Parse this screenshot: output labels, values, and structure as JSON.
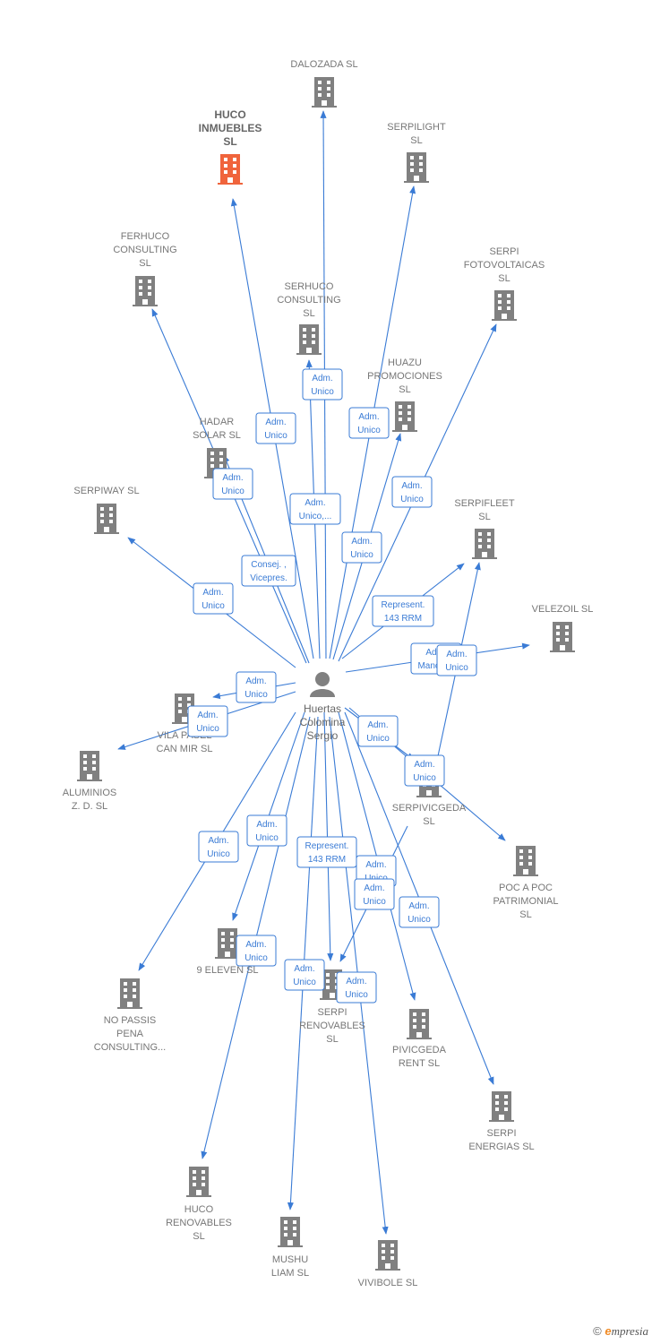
{
  "center": {
    "lines": [
      "Huertas",
      "Colomina",
      "Sergio"
    ]
  },
  "colors": {
    "edge": "#3a7bd5",
    "building": "#808080",
    "highlight": "#f0643c"
  },
  "nodes": [
    {
      "id": "dalozada",
      "lines": [
        "DALOZADA  SL"
      ]
    },
    {
      "id": "huco-inmuebles",
      "lines": [
        "HUCO",
        "INMUEBLES",
        "SL"
      ],
      "highlight": true
    },
    {
      "id": "serpilight",
      "lines": [
        "SERPILIGHT",
        "SL"
      ]
    },
    {
      "id": "ferhuco",
      "lines": [
        "FERHUCO",
        "CONSULTING",
        "SL"
      ]
    },
    {
      "id": "serpi-fotovoltaicas",
      "lines": [
        "SERPI",
        "FOTOVOLTAICAS",
        "SL"
      ]
    },
    {
      "id": "serhuco",
      "lines": [
        "SERHUCO",
        "CONSULTING",
        "SL"
      ]
    },
    {
      "id": "huazu",
      "lines": [
        "HUAZU",
        "PROMOCIONES",
        "SL"
      ]
    },
    {
      "id": "hadar",
      "lines": [
        "HADAR",
        "SOLAR  SL"
      ]
    },
    {
      "id": "serpiway",
      "lines": [
        "SERPIWAY  SL"
      ]
    },
    {
      "id": "serpifleet",
      "lines": [
        "SERPIFLEET",
        "SL"
      ]
    },
    {
      "id": "velezoil",
      "lines": [
        "VELEZOIL  SL"
      ]
    },
    {
      "id": "vila-pasel",
      "lines": [
        "VILA PASEL",
        "CAN MIR  SL"
      ]
    },
    {
      "id": "aluminios",
      "lines": [
        "ALUMINIOS",
        "Z. D.  SL"
      ]
    },
    {
      "id": "serpivicgeda",
      "lines": [
        "SERPIVICGEDA",
        "SL"
      ]
    },
    {
      "id": "poc-a-poc",
      "lines": [
        "POC A POC",
        "PATRIMONIAL",
        "SL"
      ]
    },
    {
      "id": "nine-eleven",
      "lines": [
        "9 ELEVEN  SL"
      ]
    },
    {
      "id": "no-passis",
      "lines": [
        "NO PASSIS",
        "PENA",
        "CONSULTING..."
      ]
    },
    {
      "id": "serpi-renovables",
      "lines": [
        "SERPI",
        "RENOVABLES",
        "SL"
      ]
    },
    {
      "id": "pivicgeda",
      "lines": [
        "PIVICGEDA",
        "RENT  SL"
      ]
    },
    {
      "id": "serpi-energias",
      "lines": [
        "SERPI",
        "ENERGIAS  SL"
      ]
    },
    {
      "id": "huco-renovables",
      "lines": [
        "HUCO",
        "RENOVABLES",
        "SL"
      ]
    },
    {
      "id": "mushu",
      "lines": [
        "MUSHU",
        "LIAM  SL"
      ]
    },
    {
      "id": "vivibole",
      "lines": [
        "VIVIBOLE  SL"
      ]
    }
  ],
  "edges": [
    {
      "to": "dalozada",
      "lines": [
        "Adm.",
        "Unico,..."
      ]
    },
    {
      "to": "huco-inmuebles",
      "lines": [
        "Adm.",
        "Unico"
      ]
    },
    {
      "to": "serpilight",
      "lines": [
        "Adm.",
        "Unico"
      ]
    },
    {
      "to": "ferhuco",
      "lines": [
        "Adm.",
        "Unico"
      ]
    },
    {
      "to": "serpi-fotovoltaicas",
      "lines": [
        "Adm.",
        "Unico"
      ]
    },
    {
      "to": "serhuco",
      "lines": [
        "Adm.",
        "Unico"
      ]
    },
    {
      "to": "huazu",
      "lines": [
        "Adm.",
        "Unico"
      ]
    },
    {
      "to": "hadar",
      "lines": [
        "Consej. ,",
        "Vicepres."
      ]
    },
    {
      "to": "serpiway",
      "lines": [
        "Adm.",
        "Unico"
      ]
    },
    {
      "to": "serpifleet",
      "lines": [
        "Represent.",
        "143 RRM"
      ]
    },
    {
      "to": "velezoil",
      "lines": [
        "Adm.",
        "Mancom."
      ]
    },
    {
      "to": "vila-pasel",
      "lines": [
        "Adm.",
        "Unico"
      ]
    },
    {
      "to": "aluminios",
      "lines": [
        "Adm.",
        "Unico"
      ]
    },
    {
      "to": "serpivicgeda",
      "lines": [
        "Adm.",
        "Unico"
      ]
    },
    {
      "to": "poc-a-poc",
      "lines": [
        "Adm.",
        "Unico"
      ]
    },
    {
      "to": "nine-eleven",
      "lines": [
        "Adm.",
        "Unico"
      ]
    },
    {
      "to": "no-passis",
      "lines": [
        "Adm.",
        "Unico"
      ]
    },
    {
      "to": "serpi-renovables",
      "lines": [
        "Represent.",
        "143 RRM"
      ]
    },
    {
      "to": "pivicgeda",
      "lines": [
        "Adm.",
        "Unico"
      ]
    },
    {
      "to": "serpi-energias",
      "lines": [
        "Adm.",
        "Unico"
      ]
    },
    {
      "to": "huco-renovables",
      "lines": [
        "Adm.",
        "Unico"
      ]
    },
    {
      "to": "mushu",
      "lines": [
        "Adm.",
        "Unico"
      ]
    },
    {
      "to": "vivibole",
      "lines": [
        "Adm.",
        "Unico"
      ]
    },
    {
      "from": "serpivicgeda",
      "to": "serpifleet",
      "lines": [
        "Adm.",
        "Unico"
      ]
    },
    {
      "from": "serpivicgeda",
      "to": "serpi-renovables",
      "lines": [
        "Adm.",
        "Unico"
      ]
    }
  ],
  "footer": {
    "copyright": "©",
    "brand_initial": "e",
    "brand_rest": "mpresia"
  }
}
